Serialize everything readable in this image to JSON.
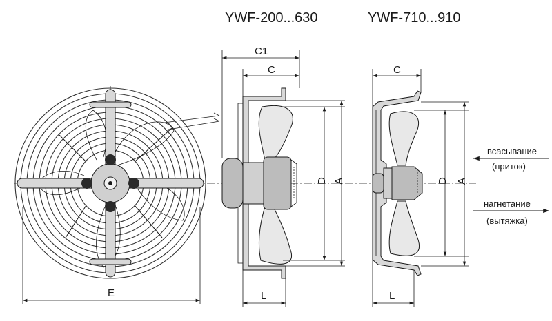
{
  "titles": {
    "series_left": "YWF-200...630",
    "series_right": "YWF-710...910"
  },
  "dimensions": {
    "C1": "C1",
    "C": "C",
    "D": "D",
    "A": "A",
    "L": "L",
    "E": "E"
  },
  "notes": {
    "suction_line1": "всасывание",
    "suction_line2": "(приток)",
    "discharge_line1": "нагнетание",
    "discharge_line2": "(вытяжка)"
  }
}
